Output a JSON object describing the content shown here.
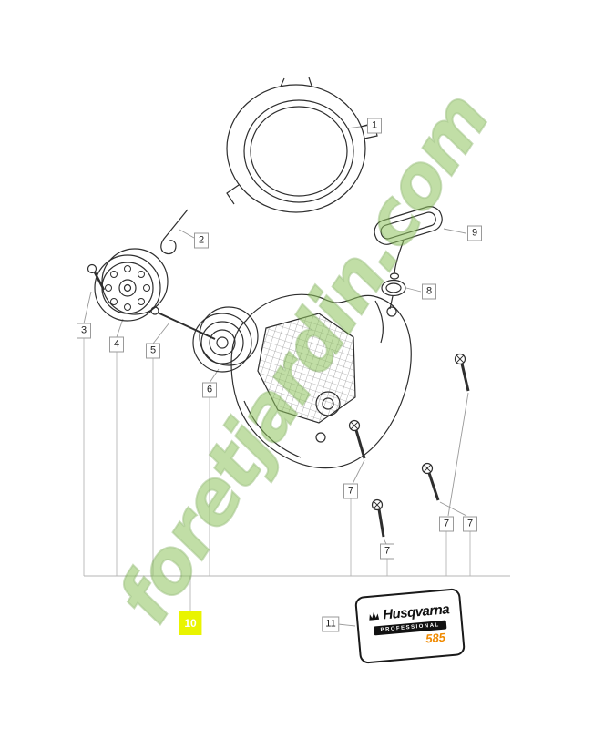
{
  "watermark": {
    "text": "foretjardin.com",
    "color": "#8fc45f"
  },
  "highlight_color": "#e9f400",
  "callouts": {
    "c1": {
      "label": "1"
    },
    "c2": {
      "label": "2"
    },
    "c3": {
      "label": "3"
    },
    "c4": {
      "label": "4"
    },
    "c5": {
      "label": "5"
    },
    "c6": {
      "label": "6"
    },
    "c7a": {
      "label": "7"
    },
    "c7b": {
      "label": "7"
    },
    "c7c": {
      "label": "7"
    },
    "c7d": {
      "label": "7"
    },
    "c8": {
      "label": "8"
    },
    "c9": {
      "label": "9"
    },
    "c10": {
      "label": "10",
      "highlighted": true
    },
    "c11": {
      "label": "11"
    }
  },
  "product_label": {
    "brand": "Husqvarna",
    "line1": "PROFESSIONAL",
    "model": "585",
    "model_color": "#f08a00"
  }
}
